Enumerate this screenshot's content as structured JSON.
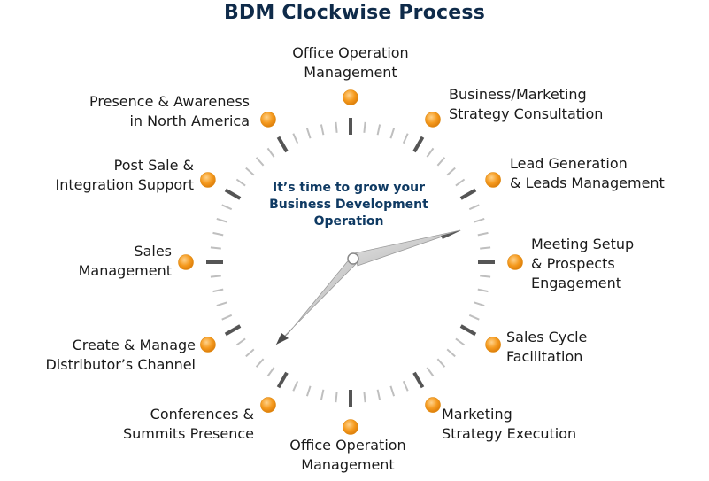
{
  "title": "BDM Clockwise Process",
  "center_text": [
    "It’s time to grow your",
    "Business Development",
    "Operation"
  ],
  "colors": {
    "title": "#0f2b4a",
    "center_text": "#0f3a63",
    "marker_orange": "#f59a1e",
    "tick_dark": "#555555",
    "tick_light": "#bfbfbf",
    "hand_gray": "#c8c8c8"
  },
  "steps": [
    {
      "id": "top",
      "lines": [
        "Office Operation",
        "Management"
      ]
    },
    {
      "id": "business-marketing",
      "lines": [
        "Business/Marketing",
        "Strategy Consultation"
      ]
    },
    {
      "id": "lead-generation",
      "lines": [
        "Lead Generation",
        "& Leads Management"
      ]
    },
    {
      "id": "meeting-setup",
      "lines": [
        "Meeting Setup",
        "& Prospects",
        "Engagement"
      ]
    },
    {
      "id": "sales-cycle",
      "lines": [
        "Sales Cycle",
        "Facilitation"
      ]
    },
    {
      "id": "marketing-execution",
      "lines": [
        "Marketing",
        "Strategy Execution"
      ]
    },
    {
      "id": "bottom",
      "lines": [
        "Office Operation",
        "Management"
      ]
    },
    {
      "id": "conferences",
      "lines": [
        "Conferences &",
        "Summits Presence"
      ]
    },
    {
      "id": "distributor",
      "lines": [
        "Create & Manage",
        "Distributor’s Channel"
      ]
    },
    {
      "id": "sales-management",
      "lines": [
        "Sales",
        "Management"
      ]
    },
    {
      "id": "post-sale",
      "lines": [
        "Post Sale &",
        "Integration Support"
      ]
    },
    {
      "id": "presence",
      "lines": [
        "Presence & Awareness",
        "in North America"
      ]
    }
  ]
}
